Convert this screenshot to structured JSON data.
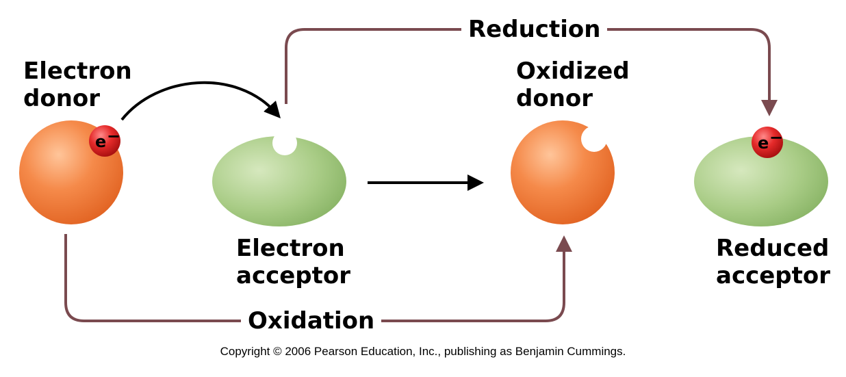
{
  "labels": {
    "electron_donor": [
      "Electron",
      "donor"
    ],
    "electron_acceptor": [
      "Electron",
      "acceptor"
    ],
    "oxidized_donor": [
      "Oxidized",
      "donor"
    ],
    "reduced_acceptor": [
      "Reduced",
      "acceptor"
    ],
    "reduction": "Reduction",
    "oxidation": "Oxidation",
    "electron_symbol": "e",
    "electron_charge": "−"
  },
  "footer": {
    "copyright": "Copyright © 2006 Pearson Education, Inc., publishing as Benjamin Cummings."
  },
  "colors": {
    "donor_orange": "#f07a3a",
    "acceptor_green": "#9fc47c",
    "electron_red": "#e01f25",
    "path_brown": "#7a4a4f",
    "arrow_black": "#000000"
  }
}
